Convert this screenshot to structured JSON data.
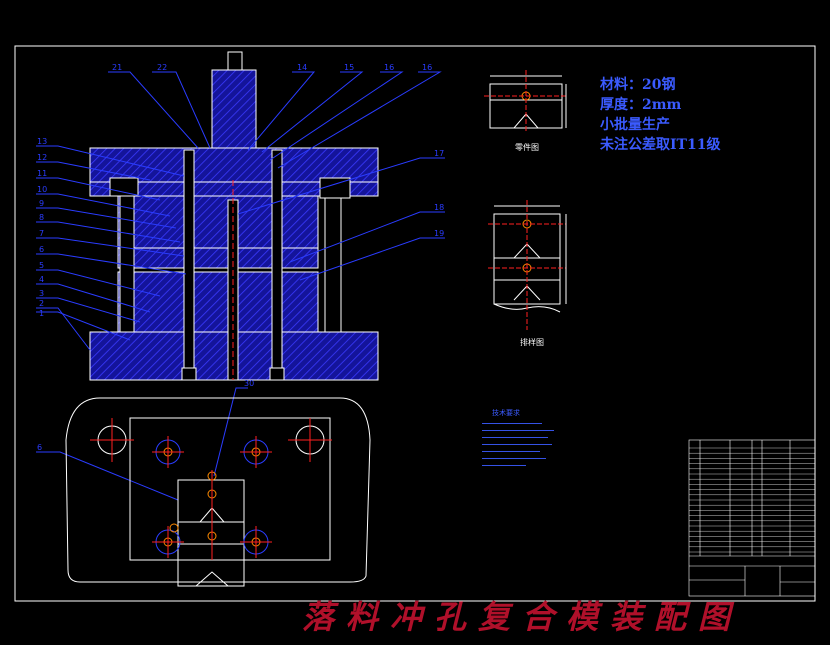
{
  "drawing": {
    "title": "落料冲孔复合模装配图",
    "specs": {
      "material": "材料：20钢",
      "thickness": "厚度：2mm",
      "production": "小批量生产",
      "tolerance": "未注公差取IT11级"
    },
    "captions": {
      "part_view": "零件图",
      "strip_layout": "排样图"
    },
    "tech_requirements_title": "技术要求",
    "part_numbers": {
      "top_row": [
        "21",
        "22",
        "14",
        "15",
        "16",
        "16"
      ],
      "left_column": [
        "13",
        "12",
        "11",
        "10",
        "9",
        "8",
        "7",
        "6",
        "5",
        "4",
        "3",
        "2",
        "1"
      ],
      "right": [
        "17",
        "18",
        "19"
      ],
      "plan_view": [
        "6",
        "30"
      ]
    }
  },
  "colors": {
    "background": "#000000",
    "outline": "#ffffff",
    "leader": "#2a3cff",
    "title": "#b0102a",
    "centerline": "#ff2020",
    "hole": "#ff8a00",
    "hatch": "#1b1bd0"
  }
}
